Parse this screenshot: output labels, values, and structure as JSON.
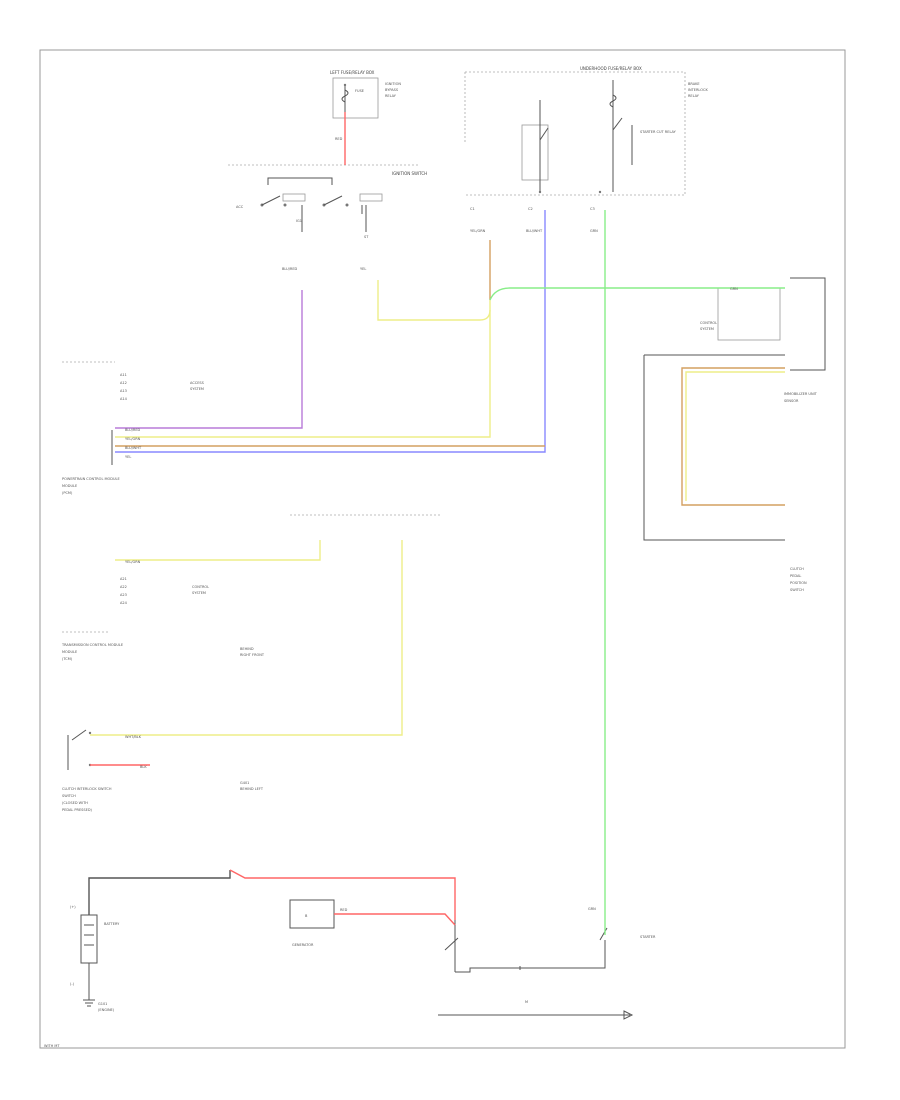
{
  "colors": {
    "red": "#ff6666",
    "violet": "#b87bd8",
    "blue": "#8888ff",
    "yellow": "#eeee88",
    "green": "#88ee88",
    "orange": "#d4a060",
    "black": "#555555",
    "frame": "#999999"
  },
  "labels": {
    "fuse_box_left": "LEFT FUSE/RELAY BOX",
    "fuse_box_right": "UNDERHOOD FUSE/RELAY BOX",
    "ignition_switch": "IGNITION SWITCH",
    "starter_cut_relay": "STARTER CUT RELAY",
    "pcm": "POWERTRAIN CONTROL MODULE",
    "tcm": "TRANSMISSION CONTROL MODULE",
    "generator": "GENERATOR",
    "battery": "BATTERY",
    "starter": "STARTER",
    "fuse_no": "FUSE",
    "immobilizer": "IMMOBILIZER UNIT",
    "clutch_switch": "CLUTCH INTERLOCK SWITCH",
    "ground": "G101",
    "footer": "WITH MT"
  },
  "wire_labels": {
    "w1": "BLU/RED",
    "w2": "YEL/GRN",
    "w3": "BLU/WHT",
    "w4": "YEL",
    "w5": "WHT/BLK",
    "w6": "BLK",
    "w7": "GRN",
    "w8": "RED"
  }
}
